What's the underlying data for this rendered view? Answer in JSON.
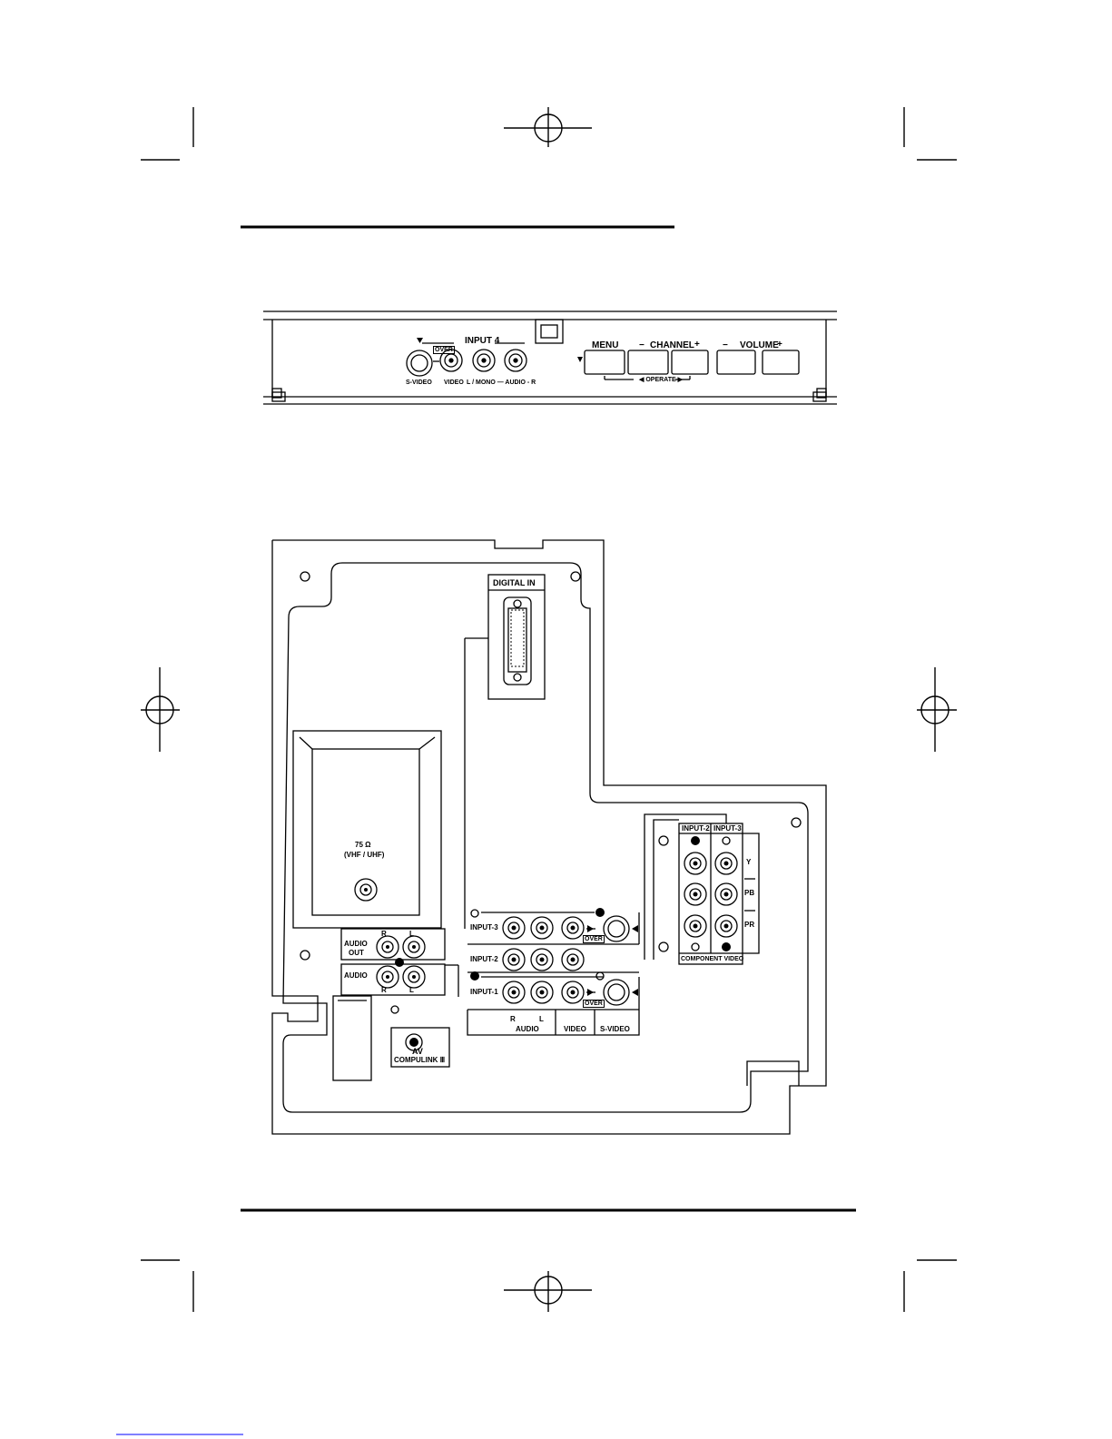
{
  "front_panel": {
    "input4_label": "INPUT 4",
    "over_label": "OVER",
    "svideo_label": "S-VIDEO",
    "video_label": "VIDEO",
    "lmono_label": "L / MONO — AUDIO - R",
    "menu_label": "MENU",
    "channel_label": "CHANNEL",
    "volume_label": "VOLUME",
    "operate_label": "◀ OPERATE ▶",
    "minus": "−",
    "plus": "+"
  },
  "rear_panel": {
    "digital_in_label": "DIGITAL  IN",
    "antenna_ohm": "75 Ω",
    "antenna_band": "(VHF / UHF)",
    "audio_out_label": "AUDIO",
    "audio_out_sub": "OUT",
    "audio_label": "AUDIO",
    "r_label": "R",
    "l_label": "L",
    "input3_label": "INPUT-3",
    "input2_label": "INPUT-2",
    "input1_label": "INPUT-1",
    "over_label": "OVER",
    "bottom_audio_label": "AUDIO",
    "bottom_video_label": "VIDEO",
    "bottom_svideo_label": "S-VIDEO",
    "av_label": "AV",
    "compulink_label": "COMPULINK Ⅲ",
    "comp_input2_label": "INPUT-2",
    "comp_input3_label": "INPUT-3",
    "y_label": "Y",
    "pb_label": "PB",
    "pr_label": "PR",
    "component_video_label": "COMPONENT VIDEO"
  }
}
